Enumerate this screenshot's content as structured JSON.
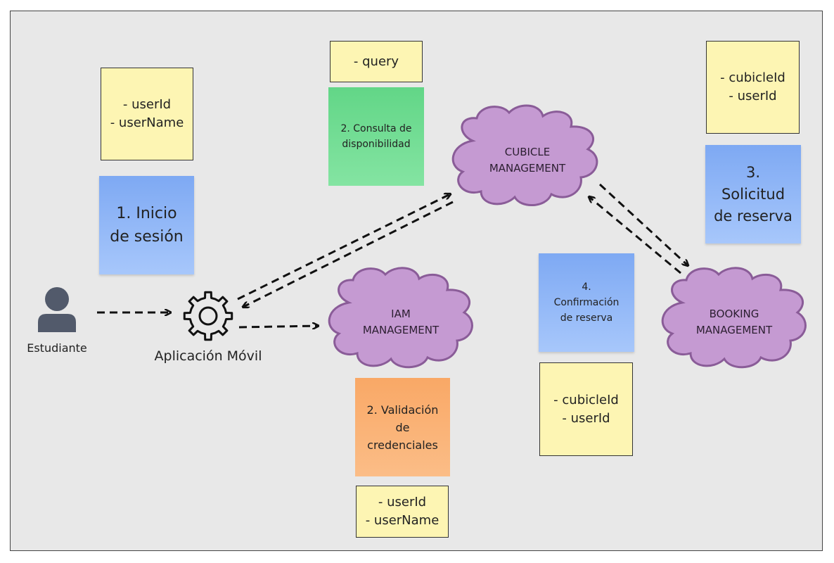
{
  "colors": {
    "canvas": "#e8e8e8",
    "yellow_note": "#fdf5b3",
    "blue_note": "#8fb5f6",
    "green_note": "#6edc93",
    "orange_note": "#fab176",
    "cloud_fill": "#c59ad2",
    "cloud_stroke": "#8a5c98",
    "user_icon": "#525a6b"
  },
  "icons": {
    "actor": "user-icon",
    "app": "gear-icon"
  },
  "actor_label": "Estudiante",
  "app_label": "Aplicación Móvil",
  "notes": {
    "login_data": "- userId\n- userName",
    "step1": "1. Inicio\nde sesión",
    "query_data": "- query",
    "step2_availability": "2. Consulta de\ndisponibilidad",
    "step2_validation": "2. Validación\nde\ncredenciales",
    "validation_data": "- userId\n- userName",
    "booking_request_data": "- cubicleId\n- userId",
    "step3": "3.\nSolicitud\nde reserva",
    "step4": "4.\nConfirmación\nde reserva",
    "confirmation_data": "- cubicleId\n- userId"
  },
  "services": {
    "cubicle": "CUBICLE\nMANAGEMENT",
    "iam": "IAM\nMANAGEMENT",
    "booking": "BOOKING\nMANAGEMENT"
  }
}
